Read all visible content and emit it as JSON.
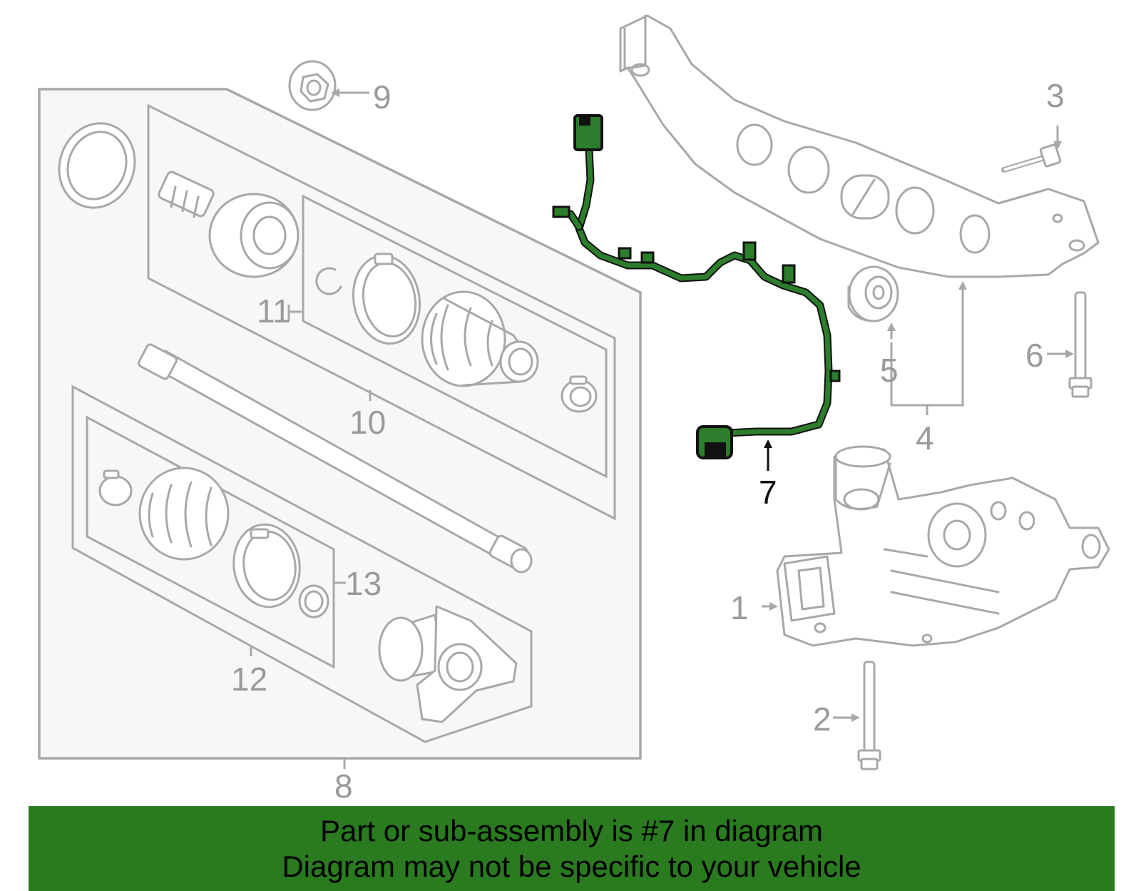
{
  "callouts": {
    "c1": "1",
    "c2": "2",
    "c3": "3",
    "c4": "4",
    "c5": "5",
    "c6": "6",
    "c7": "7",
    "c8": "8",
    "c9": "9",
    "c10": "10",
    "c11": "11",
    "c12": "12",
    "c13": "13"
  },
  "highlight": {
    "part_number": "7",
    "color": "#2c7d2c"
  },
  "banner": {
    "line1": "Part or sub-assembly is #7 in diagram",
    "line2": "Diagram may not be specific to your vehicle",
    "background": "#2a7a20"
  }
}
